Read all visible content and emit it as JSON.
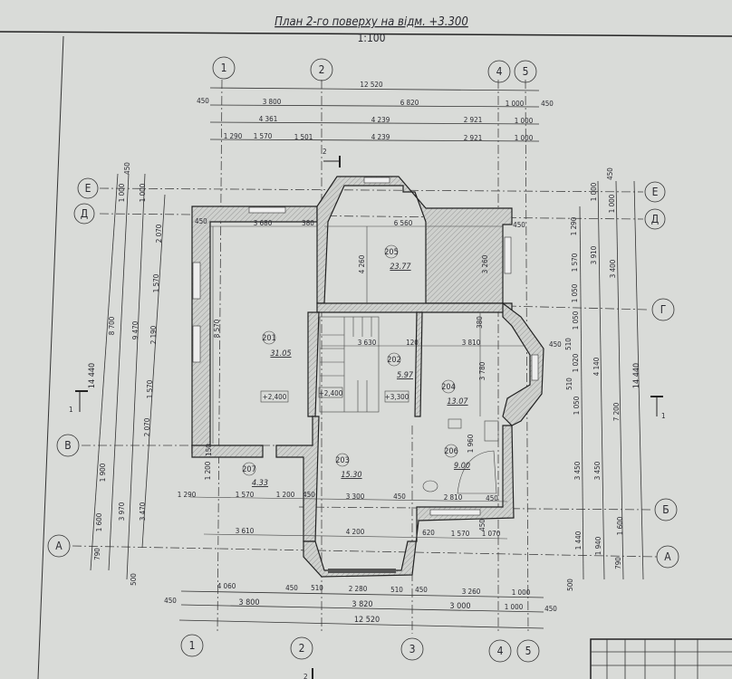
{
  "title": "План 2-го поверху на відм. +3.300",
  "scale": "1:100",
  "colors": {
    "paper": "#d9dbd8",
    "ink": "#2a2a30"
  },
  "axes_numeric": [
    "1",
    "2",
    "3",
    "4",
    "5"
  ],
  "axes_letter_left": [
    "Е",
    "Д",
    "В",
    "А"
  ],
  "axes_letter_right": [
    "Е",
    "Д",
    "Г",
    "Б",
    "А"
  ],
  "dims_top": {
    "row1": [
      "12 520"
    ],
    "row2": [
      "450",
      "3 800",
      "6 820",
      "1 000",
      "450"
    ],
    "row3": [
      "4 361",
      "4 239",
      "2 921",
      "1 000"
    ],
    "row4": [
      "1 290",
      "1 570",
      "1 501",
      "4 239",
      "2 921",
      "1 000"
    ]
  },
  "dims_bottom": {
    "row1": [
      "4 060",
      "450",
      "510",
      "2 280",
      "510",
      "450",
      "3 260",
      "1 000"
    ],
    "row2": [
      "450",
      "3 800",
      "3 820",
      "3 000",
      "1 000",
      "450"
    ],
    "row3": [
      "12 520"
    ]
  },
  "dims_left": {
    "outer": [
      "14 440"
    ],
    "second": [
      "8 700",
      "1 900",
      "1 600",
      "790"
    ],
    "third": [
      "450",
      "1 000",
      "9 470",
      "3 970",
      "500"
    ],
    "fourth": [
      "1 000",
      "2 070",
      "1 570",
      "2 190",
      "1 570",
      "2 070",
      "3 470"
    ]
  },
  "dims_right": {
    "inner": [
      "1 290",
      "1 570",
      "1 050",
      "1 050",
      "510",
      "1 020",
      "510",
      "1 050",
      "3 450",
      "1 440",
      "500"
    ],
    "mid": [
      "1 000",
      "3 910",
      "4 140",
      "3 450",
      "1 940"
    ],
    "third": [
      "450",
      "1 000",
      "3 400",
      "7 200",
      "1 600",
      "790"
    ],
    "outer": [
      "14 440"
    ]
  },
  "rooms": [
    {
      "num": "201",
      "area": "31.05"
    },
    {
      "num": "202",
      "area": "5.97"
    },
    {
      "num": "203",
      "area": "15.30"
    },
    {
      "num": "204",
      "area": "13.07"
    },
    {
      "num": "205",
      "area": "23.77"
    },
    {
      "num": "206",
      "area": "9.00"
    },
    {
      "num": "207",
      "area": "4.33"
    }
  ],
  "levels": [
    "+2,400",
    "+2,400",
    "+3,300"
  ],
  "interior_dims": [
    "450",
    "3 680",
    "380",
    "6 560",
    "450",
    "4 260",
    "3 260",
    "8 570",
    "3 630",
    "120",
    "3 810",
    "380",
    "3 780",
    "450",
    "1 290",
    "1 570",
    "1 200",
    "450",
    "3 300",
    "450",
    "2 810",
    "450",
    "3 610",
    "4 200",
    "620",
    "1 570",
    "1 070",
    "450",
    "1 200",
    "150",
    "1 960"
  ],
  "section_marks": [
    "1",
    "1",
    "2",
    "2"
  ]
}
